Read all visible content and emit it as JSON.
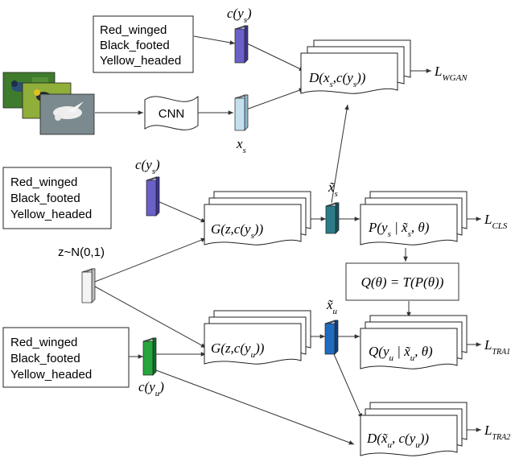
{
  "attributes": {
    "top": [
      "Red_winged",
      "Black_footed",
      "Yellow_headed"
    ],
    "middle": [
      "Red_winged",
      "Black_footed",
      "Yellow_headed"
    ],
    "bottom": [
      "Red_winged",
      "Black_footed",
      "Yellow_headed"
    ]
  },
  "labels": {
    "c_ys_top": "c(y",
    "c_ys_top_sub": "s",
    "c_ys_mid": "c(y",
    "c_ys_mid_sub": "s",
    "c_yu": "c(y",
    "c_yu_sub": "u",
    "close_paren": ")",
    "xs": "x",
    "xs_sub": "s",
    "xs_tilde": "x̃",
    "xs_tilde_sub": "s",
    "xu_tilde": "x̃",
    "xu_tilde_sub": "u",
    "noise": "z~N(0,1)",
    "cnn": "CNN"
  },
  "modules": {
    "discriminator_top": "D(x",
    "discriminator_top_a": "s",
    "discriminator_top_b": ",c(y",
    "discriminator_top_c": "s",
    "discriminator_top_d": "))",
    "gen_seen_a": "G(z,c(y",
    "gen_seen_b": "s",
    "gen_seen_c": "))",
    "gen_unseen_a": "G(z,c(y",
    "gen_unseen_b": "u",
    "gen_unseen_c": "))",
    "p_a": "P(y",
    "p_b": "s",
    "p_c": " | x̃",
    "p_d": "s",
    "p_e": ", θ)",
    "q_box": "Q(θ) = T(P(θ))",
    "qy_a": "Q(y",
    "qy_b": "u",
    "qy_c": " | x̃",
    "qy_d": "u",
    "qy_e": ", θ)",
    "d_bottom_a": "D(x̃",
    "d_bottom_b": "u",
    "d_bottom_c": ", c(y",
    "d_bottom_d": "u",
    "d_bottom_e": "))"
  },
  "losses": {
    "wgan": "L",
    "wgan_sub": "WGAN",
    "cls": "L",
    "cls_sub": "CLS",
    "tra1": "L",
    "tra1_sub": "TRA1",
    "tra2": "L",
    "tra2_sub": "TRA2"
  },
  "colors": {
    "purple": "#6a60c8",
    "light_blue": "#c4e0ee",
    "teal": "#2e7b88",
    "blue": "#1e6cc0",
    "green": "#27a53d",
    "white": "#f4f4f4"
  }
}
